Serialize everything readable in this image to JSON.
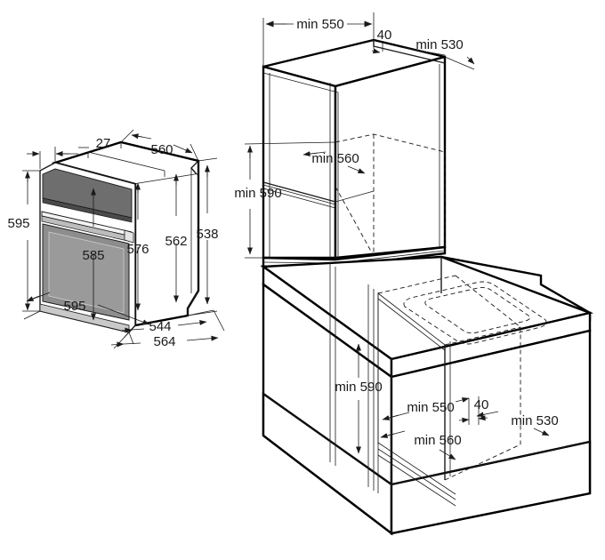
{
  "drawing": {
    "title": "Built-in oven installation dimensions",
    "units": "mm",
    "background_color": "#ffffff",
    "line_color": "#1a1a1a",
    "panel_color": "#6a6a6a",
    "glass_color": "#8a8a8a",
    "handle_color": "#f2f2f2",
    "top_color": "#ffffff"
  },
  "oven": {
    "label": "oven-appliance-3d-view",
    "dimensions": {
      "front_height": "595",
      "front_width": "595",
      "frame_depth": "27",
      "body_top_depth": "560",
      "door_height": "585",
      "body_height_mid": "576",
      "body_height_rear": "562",
      "body_height_back": "538",
      "body_width_lower": "544",
      "body_width_outer": "564"
    }
  },
  "cabinet": {
    "label": "cabinet-niche-3d-view",
    "upper": {
      "width_min": "min 550",
      "gap": "40",
      "depth_min": "min 530",
      "niche_width_min": "min 560",
      "niche_height_min": "min 590"
    },
    "lower": {
      "niche_height_min": "min 590",
      "width_min": "min 550",
      "gap": "40",
      "depth_min": "min 530",
      "niche_width_min": "min 560"
    }
  },
  "labels": {
    "oven_595_height": "595",
    "oven_595_width": "595",
    "oven_27": "27",
    "oven_560": "560",
    "oven_585": "585",
    "oven_576": "576",
    "oven_562": "562",
    "oven_538": "538",
    "oven_544": "544",
    "oven_564": "564",
    "cab_top_min550": "min 550",
    "cab_top_40": "40",
    "cab_top_min530": "min 530",
    "cab_top_min560": "min 560",
    "cab_top_min590": "min 590",
    "cab_bot_min590": "min 590",
    "cab_bot_min550": "min 550",
    "cab_bot_40": "40",
    "cab_bot_min530": "min 530",
    "cab_bot_min560": "min 560"
  }
}
